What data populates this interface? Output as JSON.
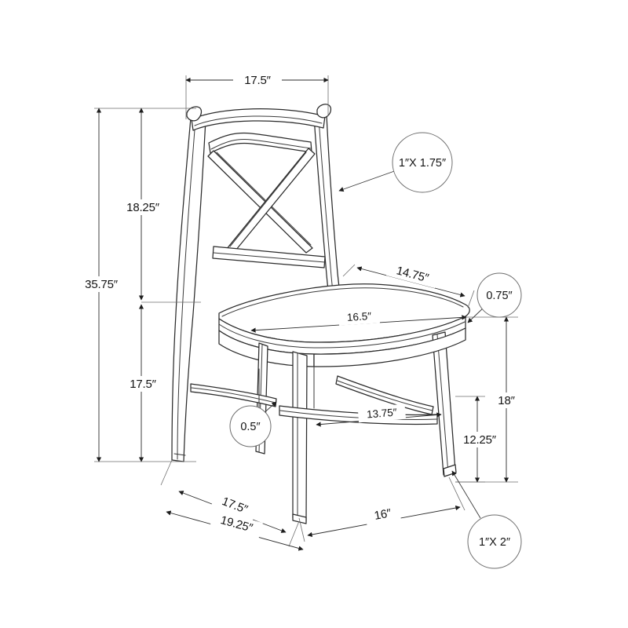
{
  "document": {
    "type": "technical-dimension-drawing",
    "subject": "Dining chair with cross-back (X-back) design",
    "units": "inches",
    "background_color": "#ffffff",
    "line_color": "#2b2b2b"
  },
  "dimensions": {
    "back_width_top": "17.5″",
    "back_height": "18.25″",
    "overall_height": "35.75″",
    "seat_height": "17.5″",
    "seat_depth": "14.75″",
    "seat_width": "16.5″",
    "leg_height_outer": "18″",
    "leg_height_inner": "12.25″",
    "stretcher_width": "13.75″",
    "base_depth_upper": "17.5″",
    "base_depth_lower": "19.25″",
    "base_width": "16″"
  },
  "callouts": [
    {
      "id": "back-stile",
      "label": "1″X 1.75″"
    },
    {
      "id": "seat-edge",
      "label": "0.75″"
    },
    {
      "id": "side-stretcher",
      "label": "0.5″"
    },
    {
      "id": "front-leg",
      "label": "1″X 2″"
    }
  ],
  "labels": {
    "d_back_width_top": "17.5″",
    "d_back_height": "18.25″",
    "d_overall_height": "35.75″",
    "d_seat_height": "17.5″",
    "d_seat_depth": "14.75″",
    "d_seat_width": "16.5″",
    "d_leg_outer": "18″",
    "d_leg_inner": "12.25″",
    "d_stretcher": "13.75″",
    "d_base_upper": "17.5″",
    "d_base_lower": "19.25″",
    "d_base_width": "16″",
    "c_back_stile": "1″X 1.75″",
    "c_seat_edge": "0.75″",
    "c_side_stretcher": "0.5″",
    "c_front_leg": "1″X 2″"
  }
}
